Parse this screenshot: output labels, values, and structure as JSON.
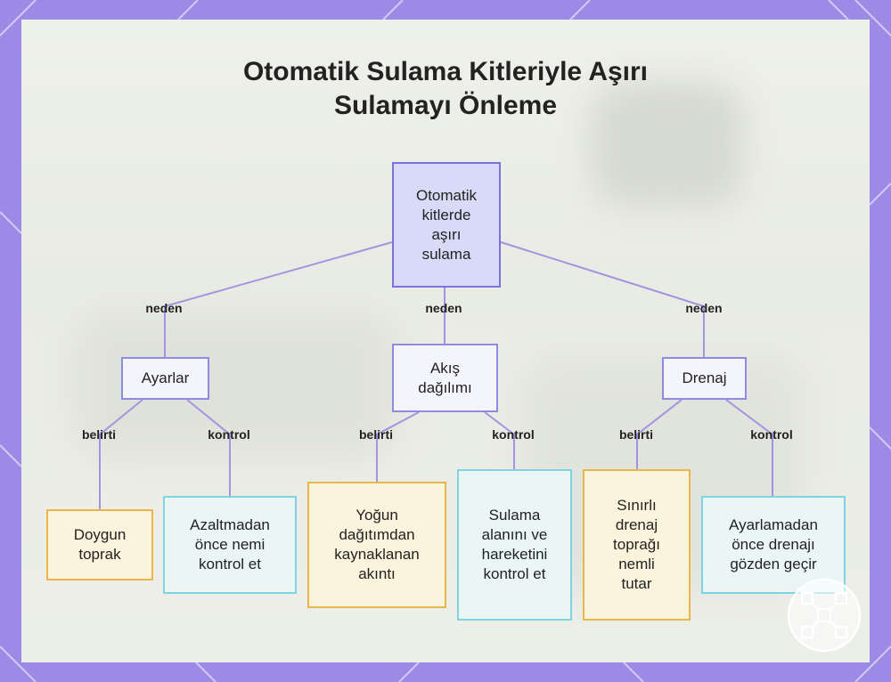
{
  "title": {
    "line1": "Otomatik Sulama Kitleriyle Aşırı",
    "line2": "Sulamayı Önleme"
  },
  "colors": {
    "frame": "#9b8ae6",
    "edge": "#a593e0",
    "root_fill": "#d8dbf8",
    "root_border": "#7a72dd",
    "orange_border": "#e8b64a",
    "cyan_border": "#7fd4e0"
  },
  "nodes": {
    "root": {
      "lines": [
        "Otomatik",
        "kitlerde",
        "aşırı",
        "sulama"
      ]
    },
    "ayarlar": {
      "lines": [
        "Ayarlar"
      ]
    },
    "akis": {
      "lines": [
        "Akış",
        "dağılımı"
      ]
    },
    "drenaj": {
      "lines": [
        "Drenaj"
      ]
    },
    "doygun": {
      "lines": [
        "Doygun",
        "toprak"
      ]
    },
    "azaltmadan": {
      "lines": [
        "Azaltmadan",
        "önce nemi",
        "kontrol et"
      ]
    },
    "yogun": {
      "lines": [
        "Yoğun",
        "dağıtımdan",
        "kaynaklanan",
        "akıntı"
      ]
    },
    "sulama_alani": {
      "lines": [
        "Sulama",
        "alanını ve",
        "hareketini",
        "kontrol et"
      ]
    },
    "sinirli": {
      "lines": [
        "Sınırlı",
        "drenaj",
        "toprağı",
        "nemli",
        "tutar"
      ]
    },
    "ayarlamadan": {
      "lines": [
        "Ayarlamadan",
        "önce drenajı",
        "gözden geçir"
      ]
    }
  },
  "edge_labels": {
    "neden_1": "neden",
    "neden_2": "neden",
    "neden_3": "neden",
    "belirti_1": "belirti",
    "kontrol_1": "kontrol",
    "belirti_2": "belirti",
    "kontrol_2": "kontrol",
    "belirti_3": "belirti",
    "kontrol_3": "kontrol"
  },
  "logo_icon": "network-nodes-icon"
}
